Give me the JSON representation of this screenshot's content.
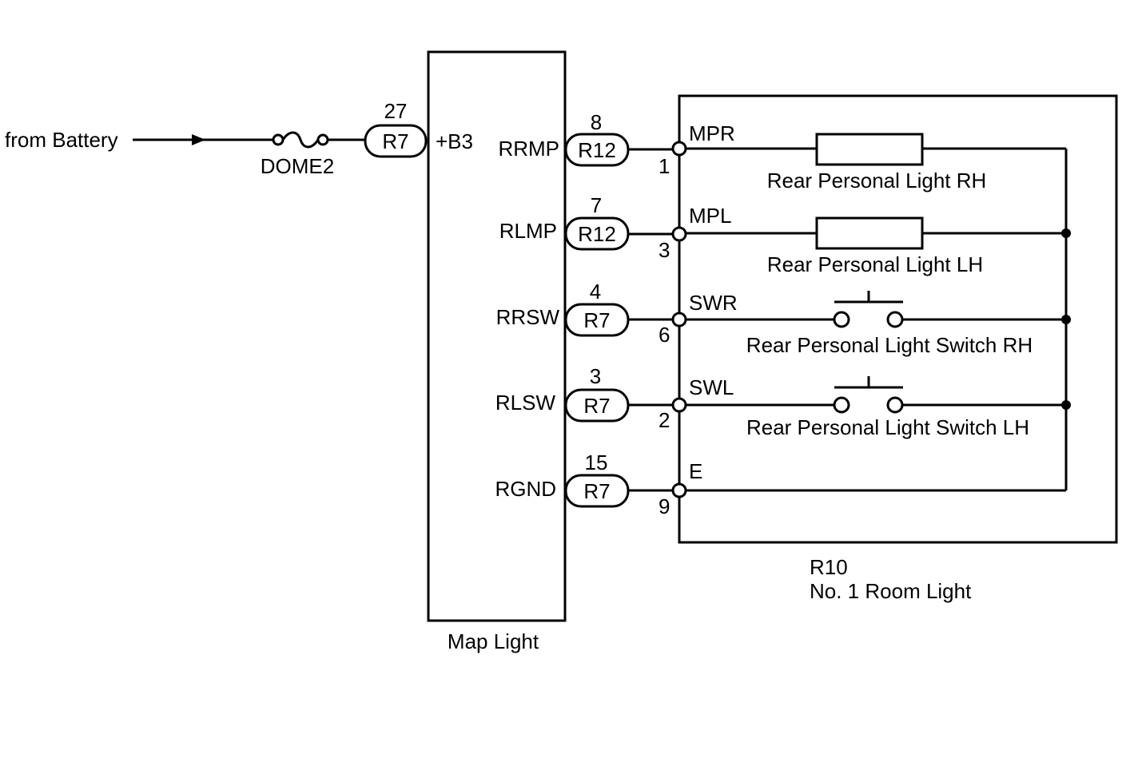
{
  "source": {
    "label": "from Battery"
  },
  "fuse": {
    "label": "DOME2"
  },
  "feed_connector": {
    "pin": "27",
    "connector": "R7",
    "terminal": "+B3"
  },
  "map_light": {
    "label": "Map Light",
    "terminals": [
      {
        "terminal": "RRMP",
        "pin": "8",
        "connector": "R12"
      },
      {
        "terminal": "RLMP",
        "pin": "7",
        "connector": "R12"
      },
      {
        "terminal": "RRSW",
        "pin": "4",
        "connector": "R7"
      },
      {
        "terminal": "RLSW",
        "pin": "3",
        "connector": "R7"
      },
      {
        "terminal": "RGND",
        "pin": "15",
        "connector": "R7"
      }
    ]
  },
  "room_light": {
    "connector": "R10",
    "label": "No. 1 Room Light",
    "terminals": [
      {
        "terminal": "MPR",
        "pin": "1"
      },
      {
        "terminal": "MPL",
        "pin": "3"
      },
      {
        "terminal": "SWR",
        "pin": "6"
      },
      {
        "terminal": "SWL",
        "pin": "2"
      },
      {
        "terminal": "E",
        "pin": "9"
      }
    ],
    "components": [
      {
        "type": "lamp",
        "label": "Rear Personal Light RH"
      },
      {
        "type": "lamp",
        "label": "Rear Personal Light LH"
      },
      {
        "type": "switch",
        "label": "Rear Personal Light Switch RH"
      },
      {
        "type": "switch",
        "label": "Rear Personal Light Switch LH"
      }
    ]
  }
}
